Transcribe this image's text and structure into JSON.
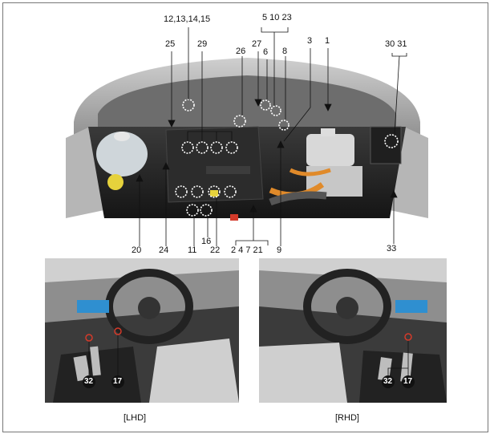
{
  "engine_callouts": {
    "c12_15": "12,13,14,15",
    "c5_10_23": "5 10 23",
    "c25": "25",
    "c29": "29",
    "c27": "27",
    "c6": "6",
    "c3": "3",
    "c1": "1",
    "c30_31": "30 31",
    "c26": "26",
    "c8": "8",
    "c20": "20",
    "c24": "24",
    "c11": "11",
    "c16": "16",
    "c22": "22",
    "c2_4_7_21": "2 4 7 21",
    "c9": "9",
    "c33": "33"
  },
  "pedal_callouts": {
    "lhd_32": "32",
    "lhd_17": "17",
    "rhd_32": "32",
    "rhd_17": "17"
  },
  "captions": {
    "lhd": "[LHD]",
    "rhd": "[RHD]"
  },
  "colors": {
    "engine_dark": "#2a2a2a",
    "hood_gray": "#a9a9a9",
    "orange_cable": "#e08a2a",
    "marker_outline": "#ffffff",
    "pedal_marker_fill": "#111111"
  }
}
